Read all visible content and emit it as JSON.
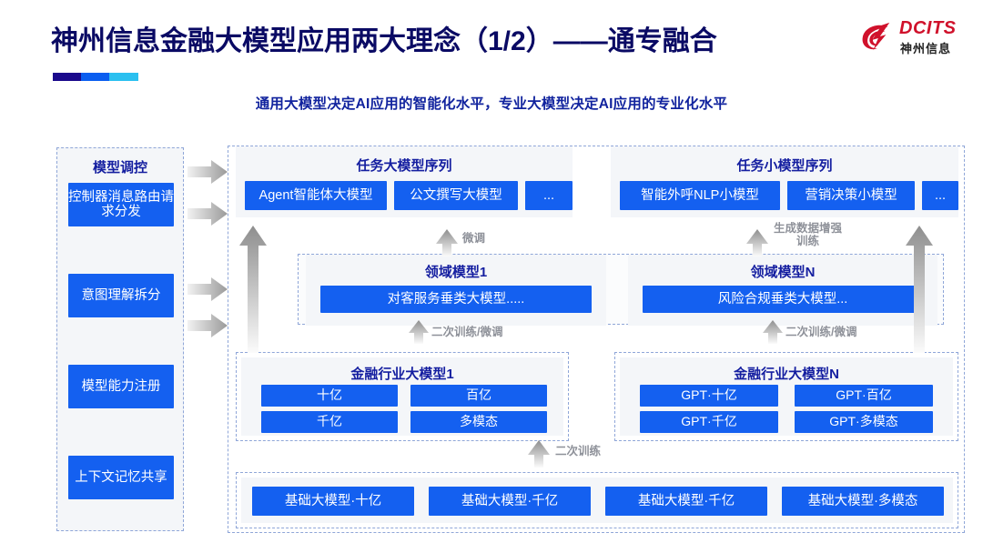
{
  "header": {
    "title": "神州信息金融大模型应用两大理念（1/2）——通专融合",
    "subtitle": "通用大模型决定AI应用的智能化水平，专业大模型决定AI应用的专业化水平",
    "logo_brand": "DCITS",
    "logo_cn": "神州信息",
    "accent_navy": "#0a0a64",
    "accent_blue": "#1460f0",
    "accent_red": "#d0112b"
  },
  "left_column": {
    "header": "模型调控",
    "items": [
      {
        "label": "控制器消息路由请求分发"
      },
      {
        "label": "意图理解拆分"
      },
      {
        "label": "模型能力注册"
      },
      {
        "label": "上下文记忆共享"
      }
    ]
  },
  "task_sequences": [
    {
      "header": "任务大模型序列",
      "items": [
        "Agent智能体大模型",
        "公文撰写大模型",
        "..."
      ]
    },
    {
      "header": "任务小模型序列",
      "items": [
        "智能外呼NLP小模型",
        "营销决策小模型",
        "..."
      ]
    }
  ],
  "domain_models": [
    {
      "header": "领域模型1",
      "item": "对客服务垂类大模型....."
    },
    {
      "header": "领域模型N",
      "item": "风险合规垂类大模型..."
    }
  ],
  "industry_models": [
    {
      "header": "金融行业大模型1",
      "items": [
        "十亿",
        "百亿",
        "千亿",
        "多模态"
      ]
    },
    {
      "header": "金融行业大模型N",
      "items": [
        "GPT·十亿",
        "GPT·百亿",
        "GPT·千亿",
        "GPT·多模态"
      ]
    }
  ],
  "base_models": [
    "基础大模型·十亿",
    "基础大模型·千亿",
    "基础大模型·千亿",
    "基础大模型·多模态"
  ],
  "arrow_labels": {
    "fine_tune": "微调",
    "data_aug": "生成数据增强\n训练",
    "retrain_tune_left": "二次训练/微调",
    "retrain_tune_right": "二次训练/微调",
    "retrain": "二次训练"
  }
}
